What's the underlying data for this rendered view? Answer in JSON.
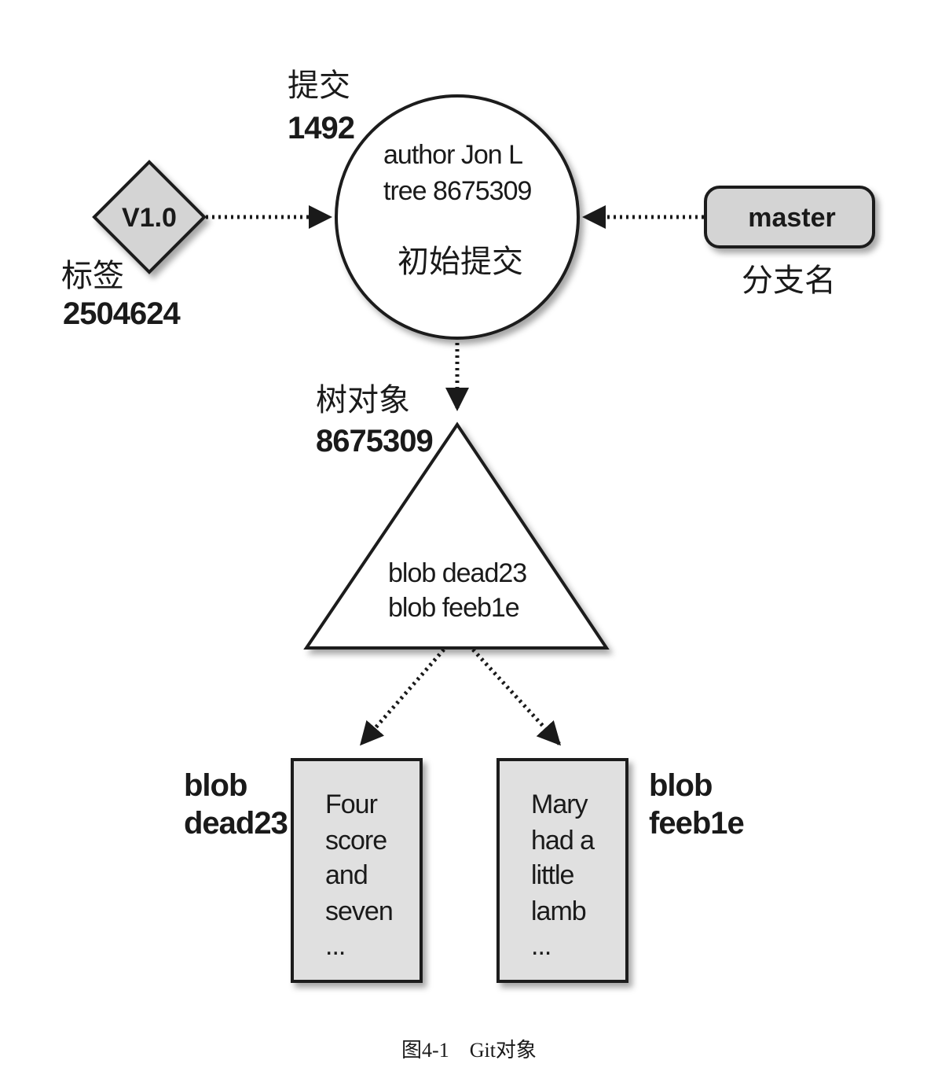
{
  "tag": {
    "label": "V1.0",
    "name_line1": "标签",
    "name_line2": "2504624"
  },
  "commit": {
    "name_line1": "提交",
    "name_line2": "1492",
    "author": "author Jon L",
    "tree": "tree 8675309",
    "message": "初始提交"
  },
  "branch": {
    "label": "master",
    "name": "分支名"
  },
  "tree": {
    "name_line1": "树对象",
    "name_line2": "8675309",
    "entry1": "blob dead23",
    "entry2": "blob feeb1e"
  },
  "blob_left": {
    "name_line1": "blob",
    "name_line2": "dead23",
    "content": [
      "Four",
      "score",
      "and",
      "seven",
      "..."
    ]
  },
  "blob_right": {
    "name_line1": "blob",
    "name_line2": "feeb1e",
    "content": [
      "Mary",
      "had a",
      "little",
      "lamb",
      "..."
    ]
  },
  "caption": "图4-1　Git对象",
  "colors": {
    "shape_fill": "#d4d4d4",
    "stroke": "#1a1a1a",
    "background": "#ffffff"
  }
}
